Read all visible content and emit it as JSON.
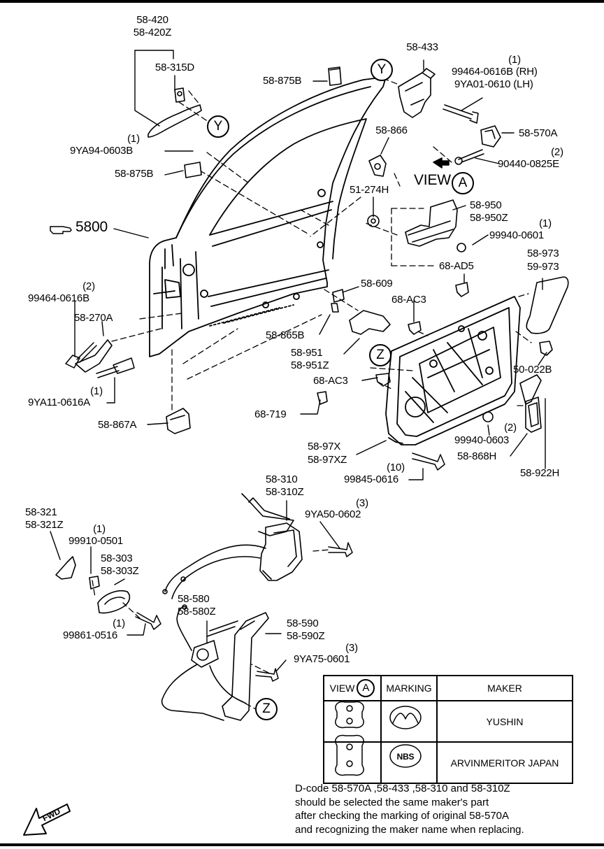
{
  "parts": [
    {
      "id": "p1",
      "text": "58-420"
    },
    {
      "id": "p2",
      "text": "58-420Z"
    },
    {
      "id": "p3",
      "text": "58-315D"
    },
    {
      "id": "p4",
      "text": "58-875B"
    },
    {
      "id": "p5",
      "text": "58-433"
    },
    {
      "id": "p6",
      "text": "(1)"
    },
    {
      "id": "p7",
      "text": "99464-0616B (RH)"
    },
    {
      "id": "p8",
      "text": "9YA01-0610 (LH)"
    },
    {
      "id": "p9",
      "text": "58-866"
    },
    {
      "id": "p10",
      "text": "58-570A"
    },
    {
      "id": "p11",
      "text": "(2)"
    },
    {
      "id": "p12",
      "text": "90440-0825E"
    },
    {
      "id": "p13",
      "text": "(1)"
    },
    {
      "id": "p14",
      "text": "9YA94-0603B"
    },
    {
      "id": "p15",
      "text": "58-875B"
    },
    {
      "id": "p16",
      "text": "51-274H"
    },
    {
      "id": "p17",
      "text": "VIEW"
    },
    {
      "id": "p18",
      "text": "58-950"
    },
    {
      "id": "p19",
      "text": "58-950Z"
    },
    {
      "id": "p20",
      "text": "(1)"
    },
    {
      "id": "p21",
      "text": "99940-0601"
    },
    {
      "id": "p22",
      "text": "5800"
    },
    {
      "id": "p23",
      "text": "58-973"
    },
    {
      "id": "p24",
      "text": "59-973"
    },
    {
      "id": "p25",
      "text": "68-AD5"
    },
    {
      "id": "p26",
      "text": "(2)"
    },
    {
      "id": "p27",
      "text": "99464-0616B"
    },
    {
      "id": "p28",
      "text": "58-609"
    },
    {
      "id": "p29",
      "text": "68-AC3"
    },
    {
      "id": "p30",
      "text": "58-270A"
    },
    {
      "id": "p31",
      "text": "58-865B"
    },
    {
      "id": "p32",
      "text": "58-951"
    },
    {
      "id": "p33",
      "text": "58-951Z"
    },
    {
      "id": "p34",
      "text": "50-022B"
    },
    {
      "id": "p35",
      "text": "68-AC3"
    },
    {
      "id": "p36",
      "text": "(1)"
    },
    {
      "id": "p37",
      "text": "9YA11-0616A"
    },
    {
      "id": "p38",
      "text": "68-719"
    },
    {
      "id": "p39",
      "text": "58-867A"
    },
    {
      "id": "p40",
      "text": "99940-0603"
    },
    {
      "id": "p41",
      "text": "(2)"
    },
    {
      "id": "p42",
      "text": "58-97X"
    },
    {
      "id": "p43",
      "text": "58-97XZ"
    },
    {
      "id": "p44",
      "text": "58-868H"
    },
    {
      "id": "p45",
      "text": "58-922H"
    },
    {
      "id": "p46",
      "text": "(10)"
    },
    {
      "id": "p47",
      "text": "99845-0616"
    },
    {
      "id": "p48",
      "text": "58-310"
    },
    {
      "id": "p49",
      "text": "58-310Z"
    },
    {
      "id": "p50",
      "text": "(3)"
    },
    {
      "id": "p51",
      "text": "9YA50-0602"
    },
    {
      "id": "p52",
      "text": "58-321"
    },
    {
      "id": "p53",
      "text": "58-321Z"
    },
    {
      "id": "p54",
      "text": "(1)"
    },
    {
      "id": "p55",
      "text": "99910-0501"
    },
    {
      "id": "p56",
      "text": "58-303"
    },
    {
      "id": "p57",
      "text": "58-303Z"
    },
    {
      "id": "p58",
      "text": "(1)"
    },
    {
      "id": "p59",
      "text": "99861-0516"
    },
    {
      "id": "p60",
      "text": "58-580"
    },
    {
      "id": "p61",
      "text": "58-580Z"
    },
    {
      "id": "p62",
      "text": "58-590"
    },
    {
      "id": "p63",
      "text": "58-590Z"
    },
    {
      "id": "p64",
      "text": "(3)"
    },
    {
      "id": "p65",
      "text": "9YA75-0601"
    }
  ],
  "callouts": {
    "y1": "Y",
    "y2": "Y",
    "z1": "Z",
    "z2": "Z",
    "viewA": "A"
  },
  "table": {
    "headers": {
      "view": "VIEW",
      "view_letter": "A",
      "marking": "MARKING",
      "maker": "MAKER"
    },
    "rows": [
      {
        "maker": "YUSHIN",
        "marking_icon": "mazda-logo-icon"
      },
      {
        "maker": "ARVINMERITOR JAPAN",
        "marking_icon": "nbs-logo-icon",
        "marking_text": "NBS"
      }
    ]
  },
  "note_lines": [
    "D-code  58-570A ,58-433 ,58-310  and  58-310Z",
    "should be selected the same maker's part",
    "after checking the marking of original  58-570A",
    "and recognizing the maker name when replacing."
  ],
  "fwd": "FWD"
}
